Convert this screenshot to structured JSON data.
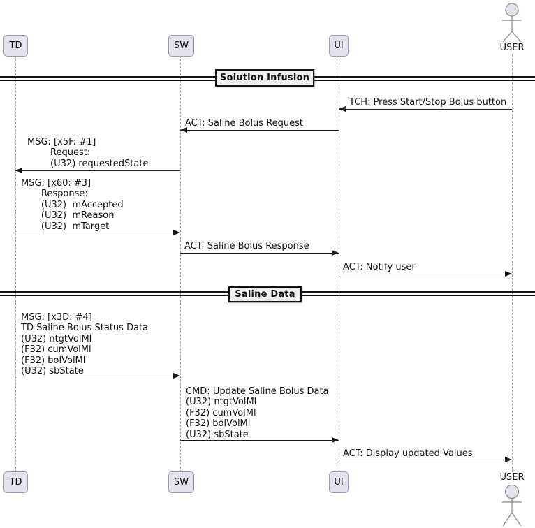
{
  "meta": {
    "type": "uml-sequence-diagram"
  },
  "participants": {
    "td": {
      "label": "TD"
    },
    "sw": {
      "label": "SW"
    },
    "ui": {
      "label": "UI"
    },
    "user": {
      "label": "USER",
      "kind": "actor"
    }
  },
  "dividers": [
    {
      "label": "Solution Infusion"
    },
    {
      "label": "Saline Data"
    }
  ],
  "messages": [
    {
      "from": "USER",
      "to": "UI",
      "label": "TCH: Press Start/Stop Bolus button"
    },
    {
      "from": "UI",
      "to": "SW",
      "label": "ACT: Saline Bolus Request"
    },
    {
      "from": "SW",
      "to": "TD",
      "label": "MSG: [x5F: #1]\n        Request:\n        (U32) requestedState"
    },
    {
      "from": "TD",
      "to": "SW",
      "label": "MSG: [x60: #3]\n       Response:\n       (U32)  mAccepted\n       (U32)  mReason\n       (U32)  mTarget"
    },
    {
      "from": "SW",
      "to": "UI",
      "label": "ACT: Saline Bolus Response"
    },
    {
      "from": "UI",
      "to": "USER",
      "label": "ACT: Notify user"
    },
    {
      "from": "TD",
      "to": "SW",
      "label": "MSG: [x3D: #4]\nTD Saline Bolus Status Data\n(U32) ntgtVolMl\n(F32) cumVolMl\n(F32) bolVolMl\n(U32) sbState"
    },
    {
      "from": "SW",
      "to": "UI",
      "label": "CMD: Update Saline Bolus Data\n(U32) ntgtVolMl\n(F32) cumVolMl\n(F32) bolVolMl\n(U32) sbState"
    },
    {
      "from": "UI",
      "to": "USER",
      "label": "ACT: Display updated Values"
    }
  ],
  "colors": {
    "participant_fill": "#E2E2F0",
    "participant_border": "#9898B8",
    "divider_fill": "#EEEEEE",
    "divider_border": "#111111",
    "arrow_color": "#181818",
    "lifeline_color": "#A0A0A0",
    "text_color": "#111111",
    "background": "#FFFFFF"
  }
}
